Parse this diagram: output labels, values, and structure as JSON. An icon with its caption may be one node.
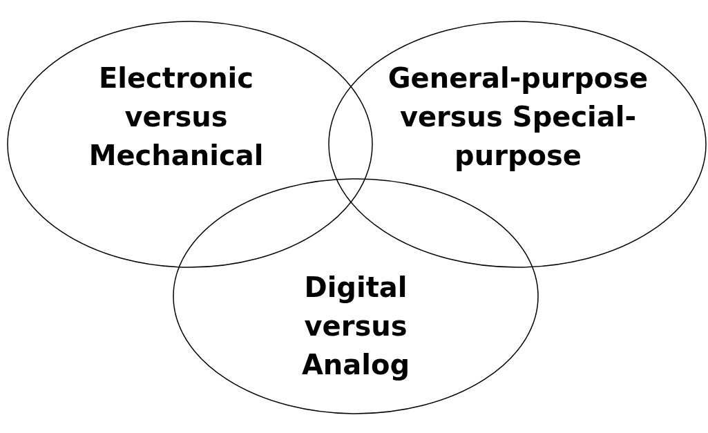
{
  "diagram": {
    "nodes": [
      {
        "text": [
          "Electronic versus Mechanical"
        ]
      },
      {
        "text": [
          "General-purpose versus Special-purpose"
        ]
      },
      {
        "text": [
          "Digital versus Analog"
        ]
      }
    ]
  }
}
